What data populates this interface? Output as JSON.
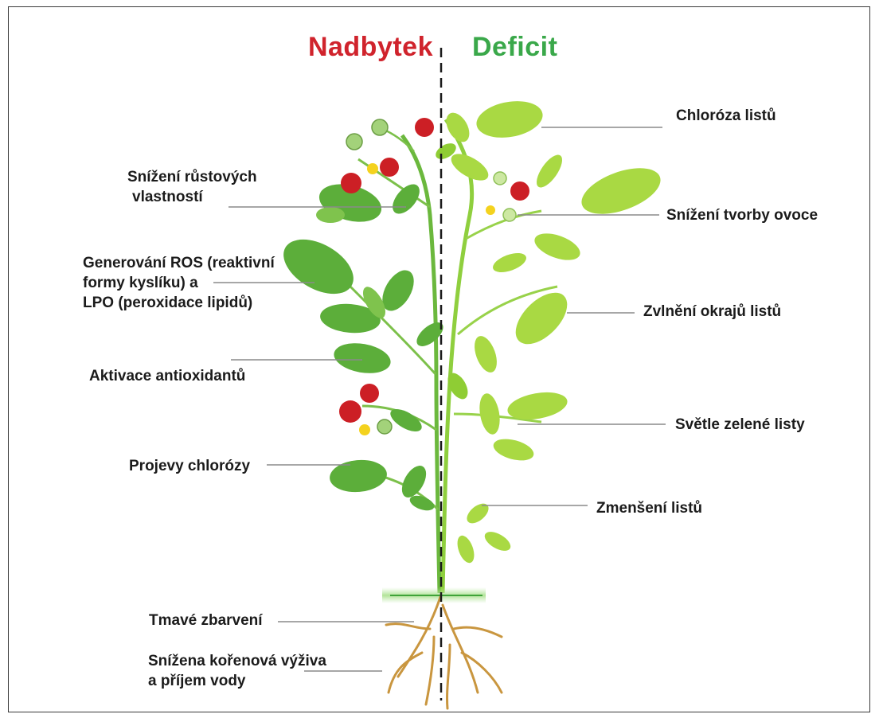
{
  "headers": {
    "left": "Nadbytek",
    "right": "Deficit"
  },
  "colors": {
    "excess": "#d0232c",
    "deficit": "#3aa84a",
    "leaf_dark": "#5cae3a",
    "leaf_light": "#a9d943",
    "fruit": "#cc1f25",
    "root": "#c9963f",
    "soil_line": "#3fa33a"
  },
  "left_labels": {
    "growth": [
      "Snížení růstových",
      "vlastností"
    ],
    "ros": [
      "Generování ROS (reaktivní",
      "formy kyslíku) a",
      "LPO (peroxidace lipidů)"
    ],
    "antioxidants": [
      "Aktivace antioxidantů"
    ],
    "chlorosis_signs": [
      "Projevy chlorózy"
    ],
    "dark_color": [
      "Tmavé zbarvení"
    ],
    "root_nutrition": [
      "Snížena kořenová výživa",
      "a příjem vody"
    ]
  },
  "right_labels": {
    "leaf_chlorosis": "Chloróza listů",
    "fruit_reduction": "Snížení tvorby ovoce",
    "leaf_curl": "Zvlnění okrajů listů",
    "light_green": "Světle zelené listy",
    "leaf_shrink": "Zmenšení listů"
  }
}
